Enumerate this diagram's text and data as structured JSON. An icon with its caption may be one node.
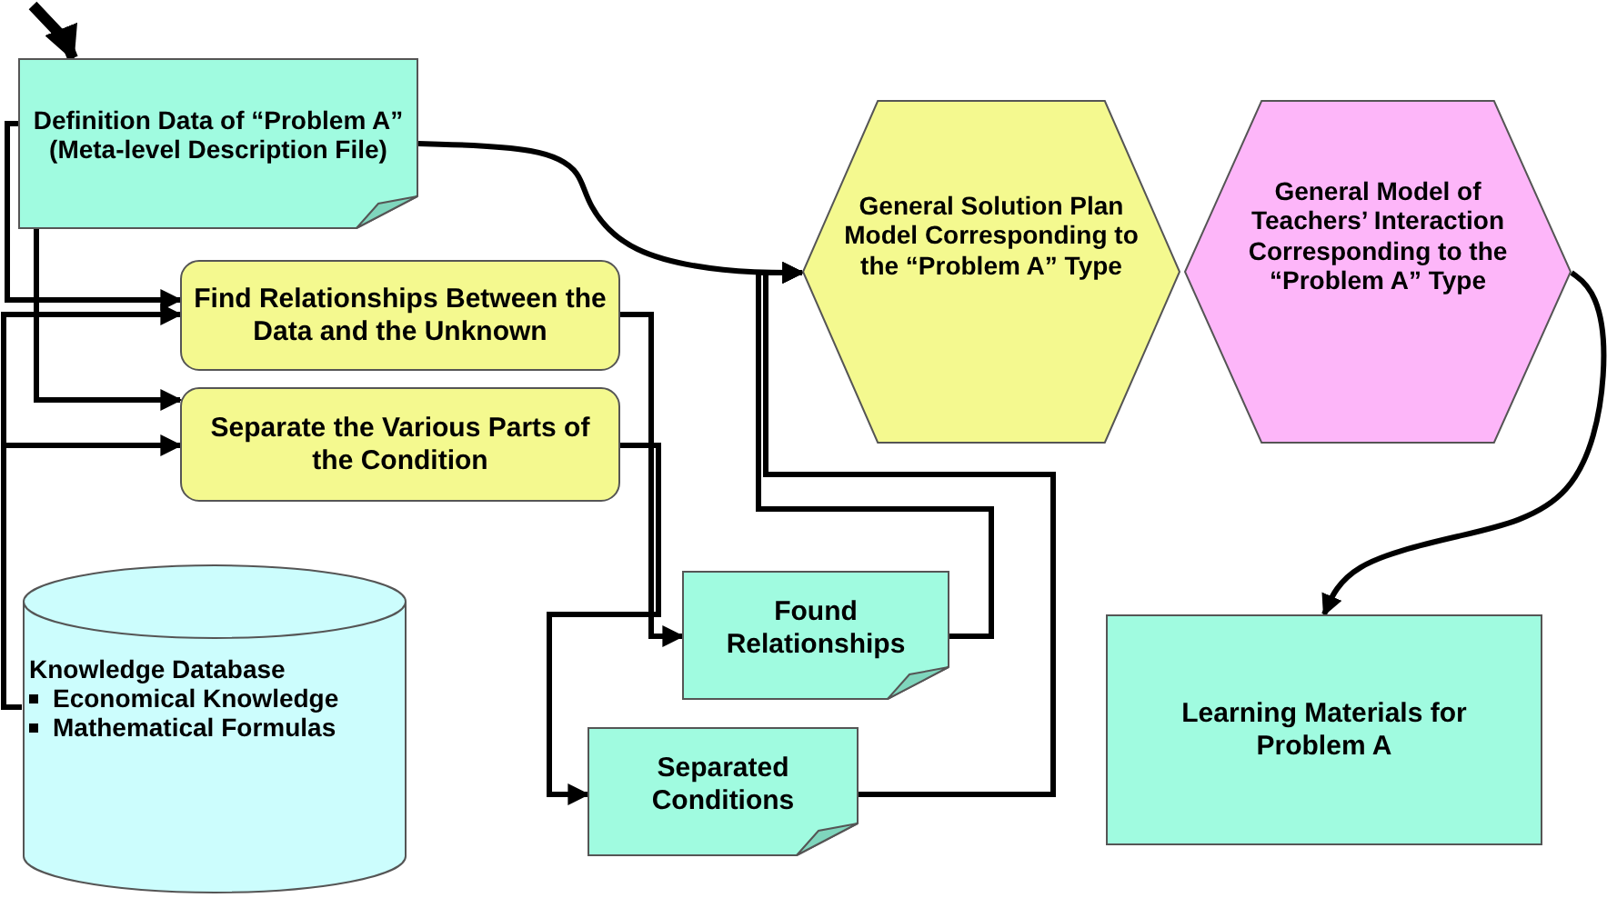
{
  "diagram": {
    "nodes": [
      {
        "text": [
          "Definition Data of “Problem A” (Meta-level Description File)"
        ]
      },
      {
        "text": [
          "Find Relationships Between the Data and the Unknown"
        ]
      },
      {
        "text": [
          "Separate the Various Parts of the Condition"
        ]
      },
      {
        "text": [
          "Knowledge Database",
          "Economical Knowledge",
          "Mathematical Formulas"
        ]
      },
      {
        "text": [
          "General Solution Plan Model Corresponding to the “Problem A” Type"
        ]
      },
      {
        "text": [
          "General Model of Teachers’ Interaction Corresponding to the “Problem A” Type"
        ]
      },
      {
        "text": [
          "Found Relationships"
        ]
      },
      {
        "text": [
          "Separated Conditions"
        ]
      },
      {
        "text": [
          "Learning Materials for Problem A"
        ]
      }
    ],
    "edges": [
      {
        "from": null,
        "to": 0,
        "arrow": "to",
        "style": "thick"
      },
      {
        "from": 0,
        "to": 1,
        "arrow": "to"
      },
      {
        "from": 0,
        "to": 2,
        "arrow": "to"
      },
      {
        "from": 0,
        "to": 4,
        "arrow": "to"
      },
      {
        "from": 3,
        "to": 1,
        "arrow": "to"
      },
      {
        "from": 3,
        "to": 2,
        "arrow": "to"
      },
      {
        "from": 1,
        "to": 6,
        "arrow": "to"
      },
      {
        "from": 2,
        "to": 7,
        "arrow": "to"
      },
      {
        "from": 6,
        "to": 4,
        "arrow": "to"
      },
      {
        "from": 7,
        "to": 4,
        "arrow": "to"
      },
      {
        "from": 5,
        "to": 8,
        "arrow": "to"
      }
    ]
  }
}
